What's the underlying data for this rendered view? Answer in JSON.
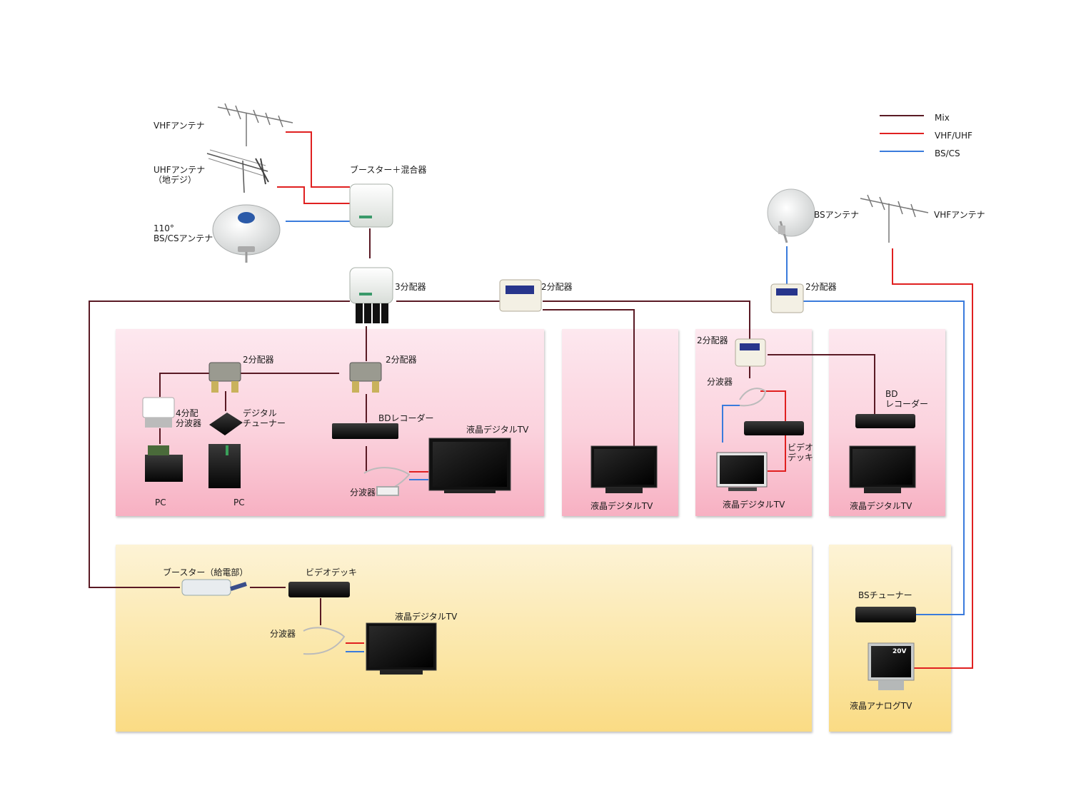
{
  "legend": [
    {
      "label": "Mix",
      "color": "#5a1a24"
    },
    {
      "label": "VHF/UHF",
      "color": "#e02020"
    },
    {
      "label": "BS/CS",
      "color": "#3a7bdc"
    }
  ],
  "colors": {
    "mix": "#5a1a24",
    "vhf_uhf": "#e02020",
    "bs_cs": "#3a7bdc"
  },
  "labels": {
    "vhf_antenna_1": "VHFアンテナ",
    "uhf_antenna": "UHFアンテナ\n（地デジ）",
    "bscs_antenna": "110°\nBS/CSアンテナ",
    "booster_mixer": "ブースター＋混合器",
    "splitter_3": "3分配器",
    "splitter_2_top": "2分配器",
    "bs_antenna": "BSアンテナ",
    "vhf_antenna_2": "VHFアンテナ",
    "splitter_2_right": "2分配器",
    "room1_splitter_a": "2分配器",
    "room1_splitter_b": "2分配器",
    "room1_4split": "4分配\n分波器",
    "room1_digital_tuner": "デジタル\nチューナー",
    "room1_bd_recorder": "BDレコーダー",
    "room1_lcd_tv": "液晶デジタルTV",
    "room1_diplexer": "分波器",
    "room1_pc1": "PC",
    "room1_pc2": "PC",
    "room2_lcd_tv": "液晶デジタルTV",
    "room3_splitter": "2分配器",
    "room3_diplexer": "分波器",
    "room3_video_deck": "ビデオ\nデッキ",
    "room3_lcd_tv": "液晶デジタルTV",
    "room4_bd_recorder": "BD\nレコーダー",
    "room4_lcd_tv": "液晶デジタルTV",
    "room5_booster": "ブースター（給電部）",
    "room5_video_deck": "ビデオデッキ",
    "room5_lcd_tv": "液晶デジタルTV",
    "room5_diplexer": "分波器",
    "room6_bs_tuner": "BSチューナー",
    "room6_analog_tv": "液晶アナログTV",
    "analog_tv_badge": "20V"
  }
}
